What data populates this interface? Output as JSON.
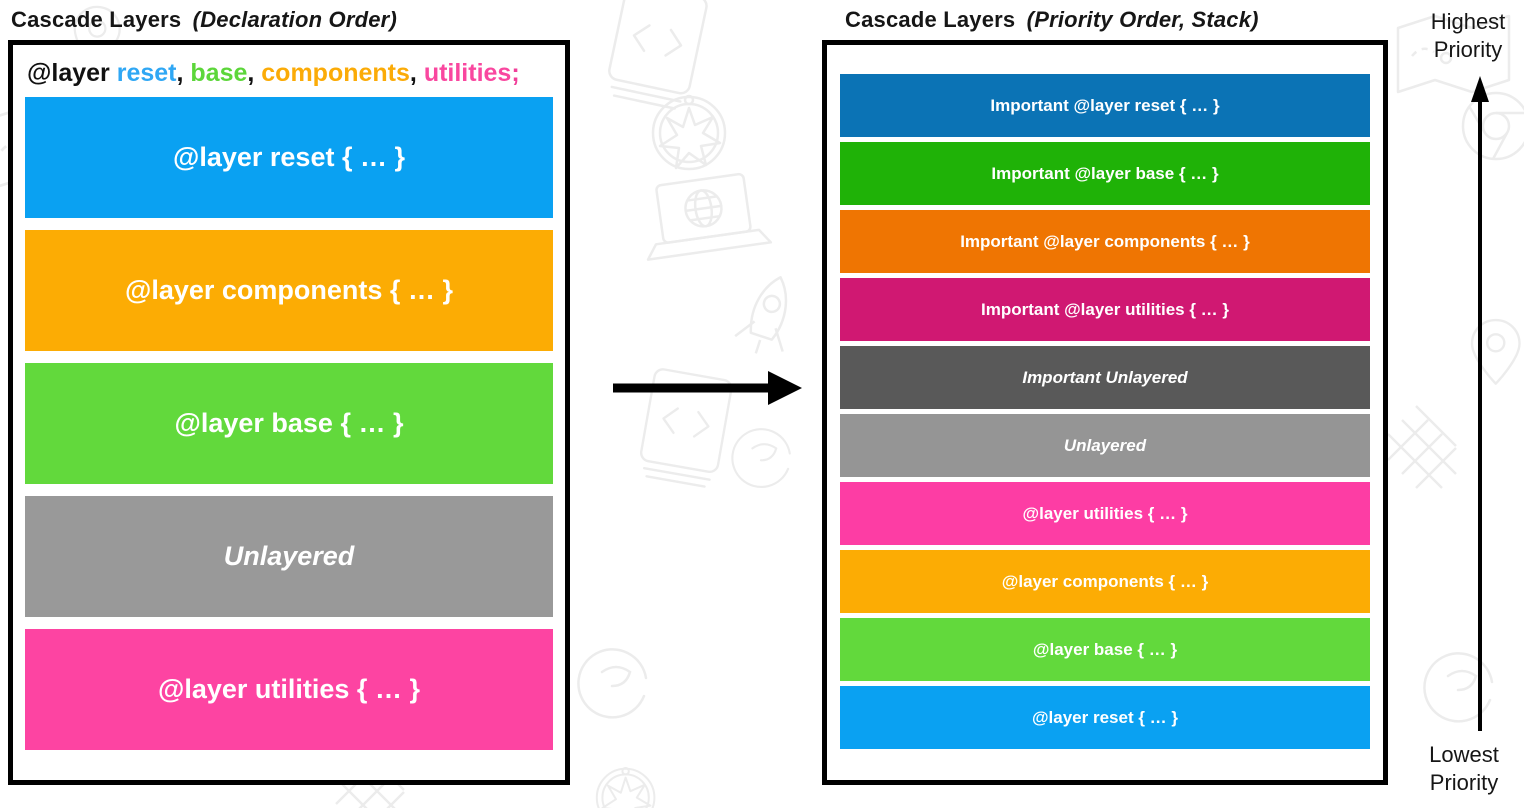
{
  "left_panel": {
    "title": "Cascade Layers",
    "title_suffix": "(Declaration Order)",
    "code": {
      "keyword": "@layer ",
      "keyword_color": "#111111",
      "separator": ", ",
      "separator_color": "#111111",
      "terminator": ";",
      "terminator_color": "#f0409a",
      "layers": [
        {
          "name": "reset",
          "text": "reset",
          "color": "#2fa7f4"
        },
        {
          "name": "base",
          "text": "base",
          "color": "#5cd63a"
        },
        {
          "name": "components",
          "text": "components",
          "color": "#fbab07"
        },
        {
          "name": "utilities",
          "text": "utilities",
          "color": "#f9479f"
        }
      ]
    },
    "bars": [
      {
        "name": "layer-reset",
        "label": "@layer reset { … }",
        "color": "#0aa1f2",
        "italic": false
      },
      {
        "name": "layer-components",
        "label": "@layer components { … }",
        "color": "#fcac04",
        "italic": false
      },
      {
        "name": "layer-base",
        "label": "@layer base { … }",
        "color": "#62d93c",
        "italic": false
      },
      {
        "name": "unlayered",
        "label": "Unlayered",
        "color": "#999999",
        "italic": true
      },
      {
        "name": "layer-utilities",
        "label": "@layer utilities { … }",
        "color": "#fd44a2",
        "italic": false
      }
    ]
  },
  "right_panel": {
    "title": "Cascade Layers",
    "title_suffix": "(Priority Order, Stack)",
    "bars": [
      {
        "name": "important-layer-reset",
        "label": "Important @layer reset { … }",
        "color": "#0b73b5",
        "italic": false
      },
      {
        "name": "important-layer-base",
        "label": "Important @layer base { … }",
        "color": "#1fb207",
        "italic": false
      },
      {
        "name": "important-layer-components",
        "label": "Important @layer components { … }",
        "color": "#ef7502",
        "italic": false
      },
      {
        "name": "important-layer-utilities",
        "label": "Important @layer utilities { … }",
        "color": "#d01872",
        "italic": false
      },
      {
        "name": "important-unlayered",
        "label": "Important Unlayered",
        "color": "#595959",
        "italic": true
      },
      {
        "name": "unlayered",
        "label": "Unlayered",
        "color": "#959595",
        "italic": true
      },
      {
        "name": "layer-utilities",
        "label": "@layer utilities { … }",
        "color": "#fd3da4",
        "italic": false
      },
      {
        "name": "layer-components",
        "label": "@layer components { … }",
        "color": "#fcac04",
        "italic": false
      },
      {
        "name": "layer-base",
        "label": "@layer base { … }",
        "color": "#62d93c",
        "italic": false
      },
      {
        "name": "layer-reset",
        "label": "@layer reset { … }",
        "color": "#0aa1f2",
        "italic": false
      }
    ]
  },
  "priority_axis": {
    "top_label": "Highest Priority",
    "bottom_label": "Lowest Priority"
  }
}
